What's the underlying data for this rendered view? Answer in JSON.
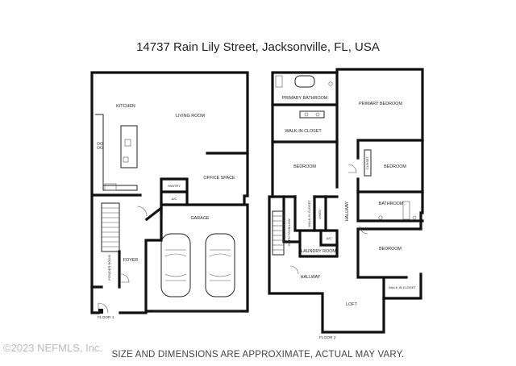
{
  "title": "14737 Rain Lily Street, Jacksonville, FL, USA",
  "disclaimer": "SIZE AND DIMENSIONS ARE APPROXIMATE, ACTUAL MAY VARY.",
  "watermark": "©2023 NEFMLS, Inc.",
  "floor1": {
    "label": "FLOOR 1",
    "rooms": {
      "kitchen": "KITCHEN",
      "living_room": "LIVING ROOM",
      "office_space": "OFFICE SPACE",
      "pantry": "PANTRY",
      "ac": "A/C",
      "garage": "GARAGE",
      "foyer": "FOYER",
      "powder_room": "POWDER ROOM"
    }
  },
  "floor2": {
    "label": "FLOOR 2",
    "rooms": {
      "primary_bathroom": "PRIMARY BATHROOM",
      "primary_bedroom": "PRIMARY BEDROOM",
      "walk_in_closet": "WALK-IN CLOSET",
      "bedroom_left": "BEDROOM",
      "closet": "CLOSET",
      "bedroom_right_top": "BEDROOM",
      "bathroom": "BATHROOM",
      "walk_in_closet_small": "WALK-IN CLOSET",
      "linen": "LINEN",
      "hallway_vertical": "HALLWAY",
      "open_to_below": "OPEN TO BELOW",
      "ac": "A/C",
      "laundry_room": "LAUNDRY ROOM",
      "bedroom_right_bottom": "BEDROOM",
      "hallway": "HALLWAY",
      "walk_in_closet_bottom": "WALK-IN CLOSET",
      "loft": "LOFT"
    }
  }
}
